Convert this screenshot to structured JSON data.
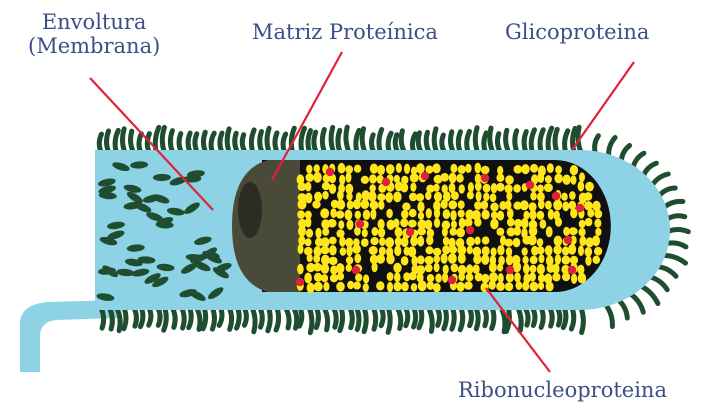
{
  "labels": {
    "envoltura_line1": "Envoltura",
    "envoltura_line2": "(Membrana)",
    "matriz": "Matriz Proteínica",
    "glicoproteina": "Glicoproteina",
    "ribonucleoproteina": "Ribonucleoproteina"
  },
  "colors": {
    "label_text": "#3a4f86",
    "membrane": "#8ed2e6",
    "spikes": "#1f4d2f",
    "matrix": "#4a4a38",
    "ribonucleoprotein": "#ffe61a",
    "core_dark": "#101010",
    "red_dots": "#e0213a",
    "leader_lines": "#e0213a"
  }
}
